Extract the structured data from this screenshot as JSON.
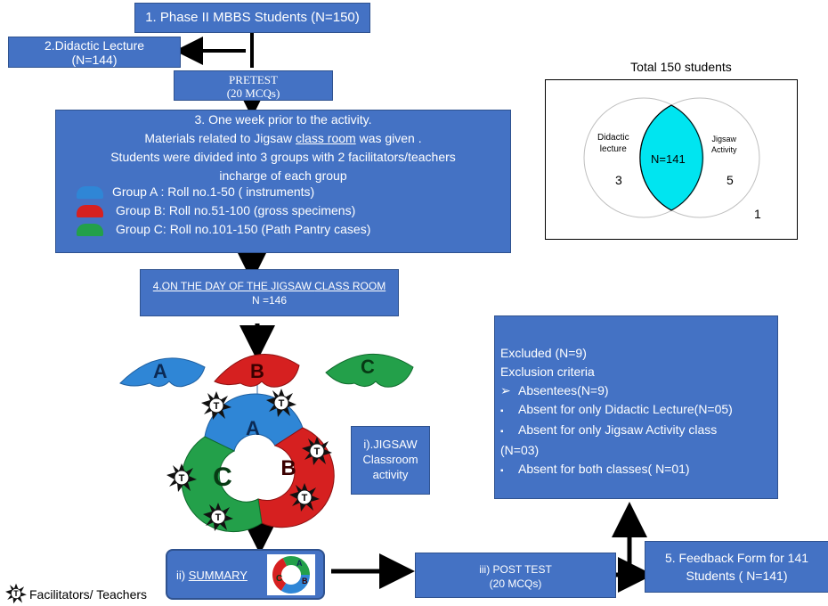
{
  "box1": "1. Phase II MBBS Students (N=150)",
  "box2": [
    "2.Didactic Lecture",
    "(N=144)"
  ],
  "pretest": [
    "PRETEST",
    "(20 MCQs)"
  ],
  "box3": {
    "lines": [
      "3. One week prior to the activity.",
      "Materials related to Jigsaw ",
      "class room",
      " was given .",
      "Students were divided into 3 groups with 2  facilitators/teachers",
      "incharge of each group"
    ],
    "groups": [
      {
        "label": "Group A : Roll no.1-50 ( instruments)",
        "color": "#2f86d6",
        "letter": "A"
      },
      {
        "label": "Group B: Roll no.51-100 (gross specimens)",
        "color": "#d62020",
        "letter": "B"
      },
      {
        "label": "Group C: Roll no.101-150 (Path Pantry cases)",
        "color": "#23a04a",
        "letter": "C"
      }
    ]
  },
  "box4": {
    "title_pre": "4.ON THE DAY OF THE JIGSAW ",
    "title_link": "CLASS ROOM",
    "n": "N =146"
  },
  "pieces": [
    "A",
    "B",
    "C"
  ],
  "ring_letters": [
    "A",
    "B",
    "C"
  ],
  "facilitator_mark": "T",
  "jigsaw_label": [
    "i).JIGSAW",
    "Classroom",
    "activity"
  ],
  "summary": {
    "prefix": "ii) ",
    "link": "SUMMARY"
  },
  "posttest": [
    "iii) POST TEST",
    "(20 MCQs)"
  ],
  "feedback": [
    "5. Feedback Form for 141",
    "Students  ( N=141)"
  ],
  "excluded": {
    "title": "Excluded (N=9)",
    "criteria": "Exclusion criteria",
    "items": [
      {
        "bullet": "➢",
        "text": "Absentees(N=9)"
      },
      {
        "bullet": "▪",
        "text": "Absent for only Didactic Lecture(N=05)"
      },
      {
        "bullet": "▪",
        "text": "Absent for only Jigsaw Activity class"
      },
      {
        "bullet": "",
        "text": "(N=03)"
      },
      {
        "bullet": "▪",
        "text": "Absent for both classes( N=01)"
      }
    ]
  },
  "venn": {
    "title": "Total 150 students",
    "left_label": [
      "Didactic",
      "lecture"
    ],
    "right_label": [
      "Jigsaw",
      "Activity"
    ],
    "center": "N=141",
    "left_only": "3",
    "right_only": "5",
    "outside": "1",
    "intersection_color": "#00e5f0"
  },
  "legend": "Facilitators/ Teachers",
  "colors": {
    "box": "#4472c4",
    "border": "#2f528f",
    "blue": "#2f86d6",
    "red": "#d62020",
    "green": "#23a04a"
  }
}
